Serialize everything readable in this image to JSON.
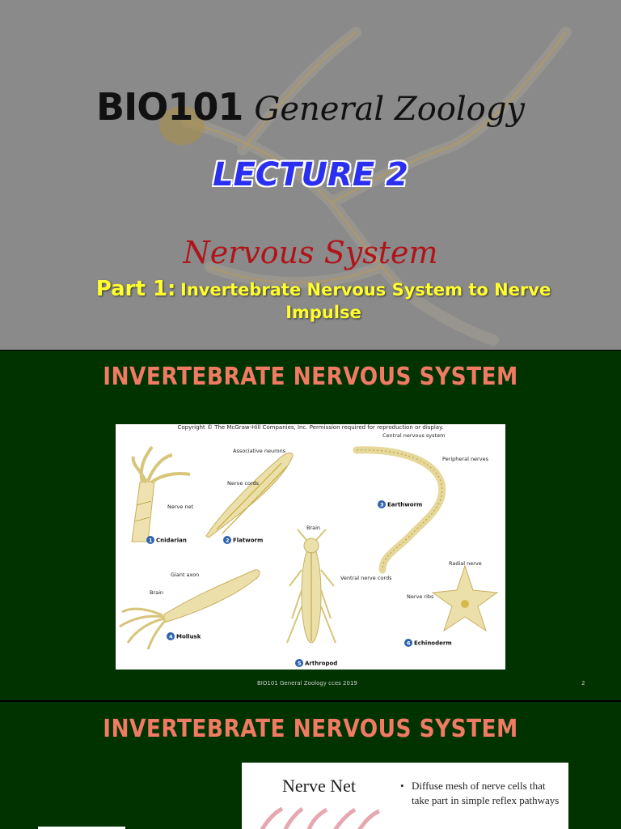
{
  "slide1": {
    "title_code": "BIO101",
    "title_name": "General Zoology",
    "lecture": "LECTURE 2",
    "subtitle": "Nervous System",
    "part_lead": "Part 1:",
    "part_rest": "Invertebrate Nervous System to Nerve Impulse"
  },
  "slide2": {
    "title": "INVERTEBRATE NERVOUS SYSTEM",
    "copyright": "Copyright © The McGraw-Hill Companies, Inc. Permission required for reproduction or display.",
    "labels": {
      "associative_neurons": "Associative neurons",
      "nerve_cords": "Nerve cords",
      "nerve_net": "Nerve net",
      "central_nervous_system": "Central nervous system",
      "peripheral_nerves": "Peripheral nerves",
      "brain": "Brain",
      "giant_axon": "Giant axon",
      "ventral_nerve_cords": "Ventral nerve cords",
      "radial_nerve": "Radial nerve",
      "nerve_ribs": "Nerve ribs"
    },
    "captions": [
      {
        "num": "1",
        "name": "Cnidarian"
      },
      {
        "num": "2",
        "name": "Flatworm"
      },
      {
        "num": "3",
        "name": "Earthworm"
      },
      {
        "num": "4",
        "name": "Mollusk"
      },
      {
        "num": "5",
        "name": "Arthropod"
      },
      {
        "num": "6",
        "name": "Echinoderm"
      }
    ],
    "footer": "BIO101 General Zoology cces 2019",
    "page": "2"
  },
  "slide3": {
    "title": "INVERTEBRATE NERVOUS SYSTEM",
    "panel_title": "Nerve Net",
    "bullet": "Diffuse mesh of nerve cells that take part in simple reflex pathways"
  },
  "colors": {
    "slide_bg_gray": "#8a8a8a",
    "slide_bg_green": "#003300",
    "title_salmon": "#f07a63",
    "lecture_blue": "#2a2ff0",
    "subtitle_red": "#b0141a",
    "part_yellow": "#ffff2e",
    "nerve_gold": "#d8c36a"
  }
}
